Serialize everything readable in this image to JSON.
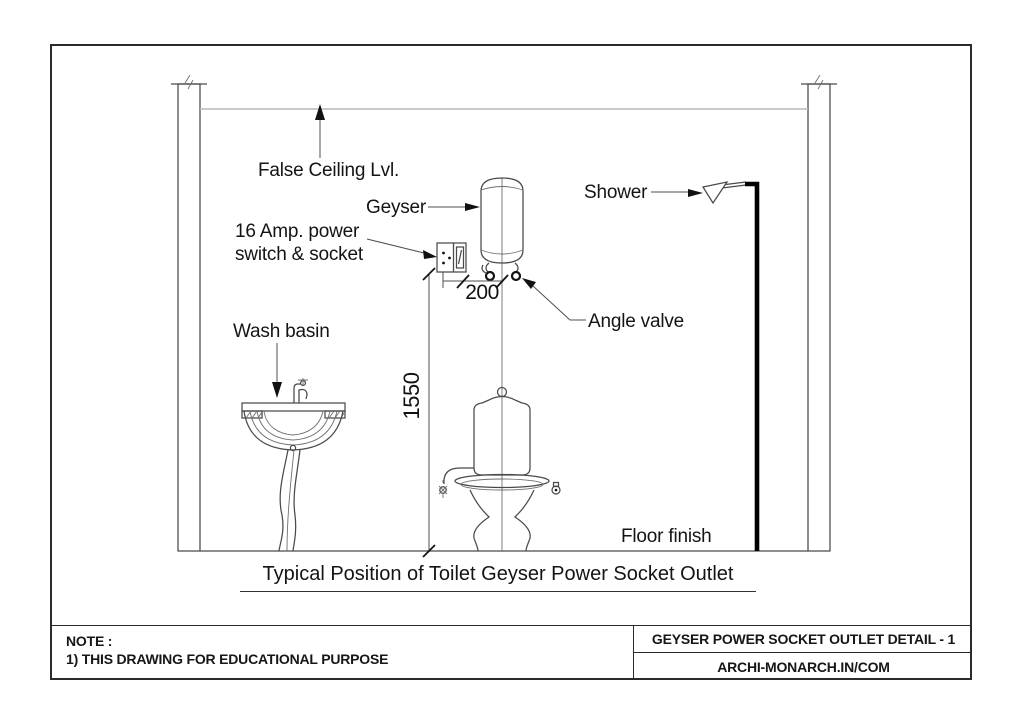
{
  "page": {
    "caption": "Typical Position of Toilet Geyser Power Socket Outlet"
  },
  "labels": {
    "false_ceiling": "False Ceiling Lvl.",
    "geyser": "Geyser",
    "shower": "Shower",
    "power_socket_line1": "16 Amp. power",
    "power_socket_line2": "switch & socket",
    "angle_valve": "Angle valve",
    "wash_basin": "Wash basin",
    "floor_finish": "Floor finish"
  },
  "dimensions": {
    "socket_offset": "200",
    "socket_height": "1550"
  },
  "note": {
    "heading": "NOTE :",
    "line1": "1) THIS DRAWING FOR EDUCATIONAL PURPOSE"
  },
  "title_block": {
    "row1": "GEYSER POWER SOCKET OUTLET DETAIL - 1",
    "row2": "ARCHI-MONARCH.IN/COM"
  },
  "colors": {
    "ink": "#161616",
    "drawing_line": "#4a4a4a",
    "ceiling_line": "#b9b9b9",
    "shower_pipe": "#000000"
  }
}
